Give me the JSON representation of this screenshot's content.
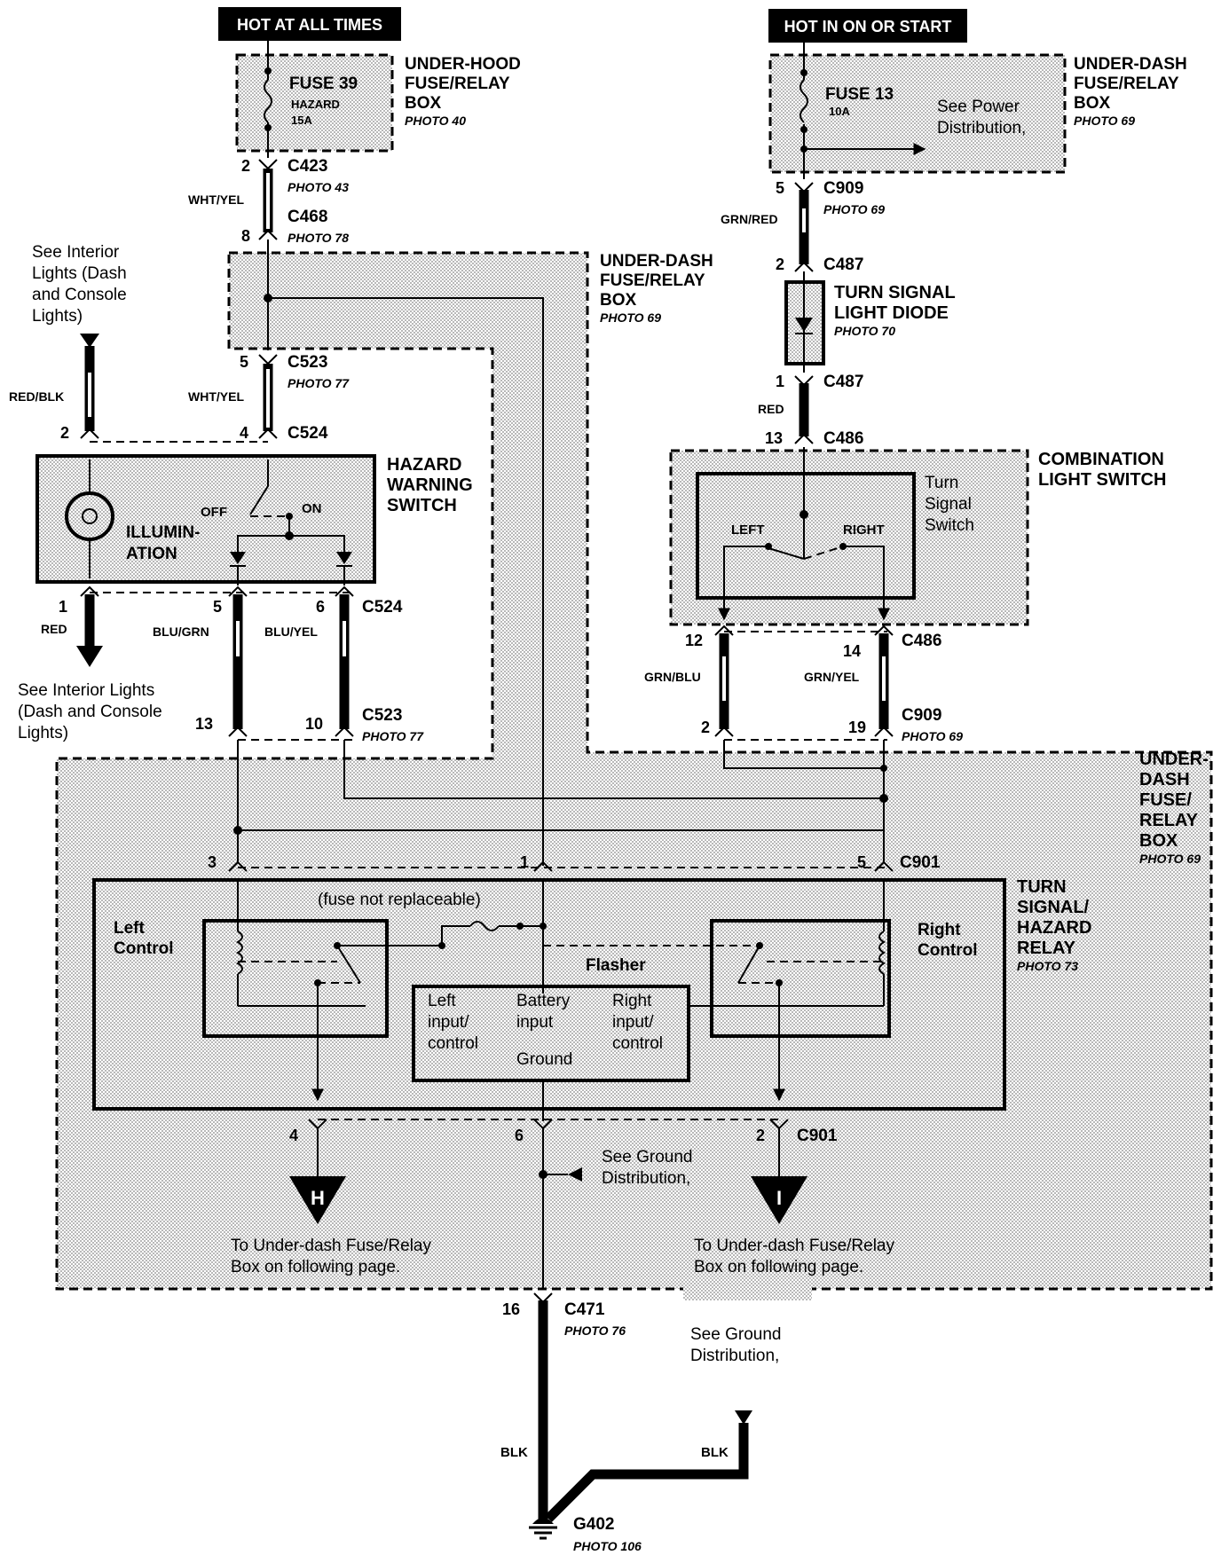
{
  "power_sources": {
    "left": "HOT AT ALL TIMES",
    "right": "HOT IN ON OR START"
  },
  "underhood_box": {
    "fuse": "FUSE 39",
    "fuse_name": "HAZARD",
    "fuse_rating": "15A",
    "title_lines": [
      "UNDER-HOOD",
      "FUSE/RELAY",
      "BOX"
    ],
    "photo": "PHOTO 40"
  },
  "underdash_box_top_right": {
    "fuse": "FUSE 13",
    "fuse_rating": "10A",
    "note_lines": [
      "See Power",
      "Distribution,"
    ],
    "title_lines": [
      "UNDER-DASH",
      "FUSE/RELAY",
      "BOX"
    ],
    "photo": "PHOTO 69"
  },
  "underdash_box_mid": {
    "title_lines": [
      "UNDER-DASH",
      "FUSE/RELAY",
      "BOX"
    ],
    "photo": "PHOTO 69"
  },
  "underdash_box_bottom": {
    "title_lines": [
      "UNDER-",
      "DASH",
      "FUSE/",
      "RELAY",
      "BOX"
    ],
    "photo": "PHOTO 69"
  },
  "connectors": {
    "c423": {
      "pin": "2",
      "name": "C423",
      "photo": "PHOTO 43"
    },
    "c468": {
      "pin": "8",
      "name": "C468",
      "photo": "PHOTO 78"
    },
    "c909_top": {
      "pin": "5",
      "name": "C909",
      "photo": "PHOTO 69"
    },
    "c487_top": {
      "pin": "2",
      "name": "C487"
    },
    "c487_bot": {
      "pin": "1",
      "name": "C487"
    },
    "c486_top": {
      "pin": "13",
      "name": "C486"
    },
    "c523_top": {
      "pin": "5",
      "name": "C523",
      "photo": "PHOTO 77"
    },
    "c524_top_left_pin": "2",
    "c524_top": {
      "pin": "4",
      "name": "C524"
    },
    "c524_bot": {
      "pin1": "1",
      "pin5": "5",
      "pin6": "6",
      "name": "C524"
    },
    "c523_bot": {
      "pin13": "13",
      "pin10": "10",
      "name": "C523",
      "photo": "PHOTO 77"
    },
    "c486_bot": {
      "pin12": "12",
      "pin14": "14",
      "name": "C486"
    },
    "c909_bot": {
      "pin2": "2",
      "pin19": "19",
      "name": "C909",
      "photo": "PHOTO 69"
    },
    "c901_top": {
      "pin3": "3",
      "pin1": "1",
      "pin5": "5",
      "name": "C901"
    },
    "c901_bot": {
      "pin4": "4",
      "pin6": "6",
      "pin2": "2",
      "name": "C901"
    },
    "c471": {
      "pin": "16",
      "name": "C471",
      "photo": "PHOTO 76"
    }
  },
  "wires": {
    "wht_yel_1": "WHT/YEL",
    "wht_yel_2": "WHT/YEL",
    "grn_red": "GRN/RED",
    "red_diode": "RED",
    "red_blk": "RED/BLK",
    "red": "RED",
    "blu_grn": "BLU/GRN",
    "blu_yel": "BLU/YEL",
    "grn_blu": "GRN/BLU",
    "grn_yel": "GRN/YEL",
    "blk_1": "BLK",
    "blk_2": "BLK"
  },
  "diode": {
    "title_lines": [
      "TURN SIGNAL",
      "LIGHT DIODE"
    ],
    "photo": "PHOTO 70"
  },
  "interior_lights_top": [
    "See Interior",
    "Lights (Dash",
    "and Console",
    "Lights)"
  ],
  "interior_lights_bottom": [
    "See Interior Lights",
    "(Dash and Console",
    "Lights)"
  ],
  "hazard_switch": {
    "title_lines": [
      "HAZARD",
      "WARNING",
      "SWITCH"
    ],
    "off": "OFF",
    "on": "ON",
    "illum_lines": [
      "ILLUMIN-",
      "ATION"
    ]
  },
  "combination_switch": {
    "title_lines": [
      "COMBINATION",
      "LIGHT SWITCH"
    ],
    "inner_lines": [
      "Turn",
      "Signal",
      "Switch"
    ],
    "left": "LEFT",
    "right": "RIGHT"
  },
  "relay": {
    "title_lines": [
      "TURN",
      "SIGNAL/",
      "HAZARD",
      "RELAY"
    ],
    "photo": "PHOTO 73",
    "fuse_note": "(fuse not replaceable)",
    "left_control": [
      "Left",
      "Control"
    ],
    "right_control": [
      "Right",
      "Control"
    ],
    "flasher": "Flasher",
    "left_io": [
      "Left",
      "input/",
      "control"
    ],
    "battery": [
      "Battery",
      "input"
    ],
    "ground": "Ground",
    "right_io": [
      "Right",
      "input/",
      "control"
    ]
  },
  "ground_note": [
    "See Ground",
    "Distribution,"
  ],
  "ground_note_2": [
    "See Ground",
    "Distribution,"
  ],
  "off_page": {
    "h": "H",
    "i": "I",
    "h_text": [
      "To Under-dash Fuse/Relay",
      "Box on following page."
    ],
    "i_text": [
      "To Under-dash Fuse/Relay",
      "Box on following page."
    ]
  },
  "ground": {
    "name": "G402",
    "photo": "PHOTO 106"
  }
}
